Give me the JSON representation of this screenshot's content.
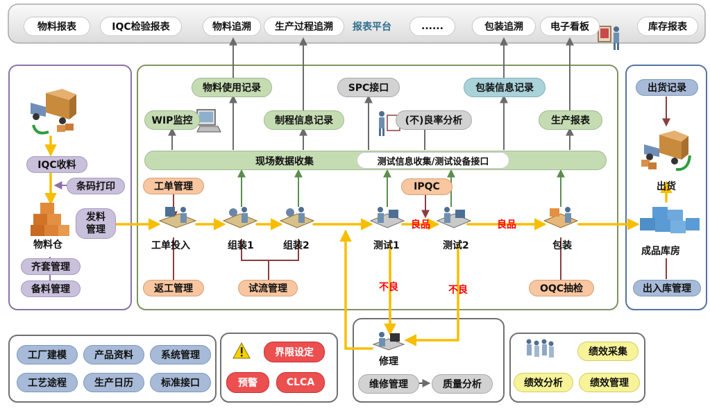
{
  "top_bar": {
    "items": [
      "物料报表",
      "IQC检验报表",
      "物料追溯",
      "生产过程追溯",
      "报表平台",
      "......",
      "包装追溯",
      "电子看板",
      "库存报表"
    ]
  },
  "left_panel": {
    "iqc": "IQC收料",
    "barcode": "条码打印",
    "issue": "发料\n管理",
    "warehouse": "物料仓",
    "kitting": "齐套管理",
    "prep": "备料管理"
  },
  "center_panel": {
    "records": {
      "material_usage": "物料使用记录",
      "spc": "SPC接口",
      "packing_info": "包装信息记录",
      "wip": "WIP监控",
      "process_info": "制程信息记录",
      "defect_rate": "(不)良率分析",
      "production_report": "生产报表"
    },
    "collect_bar": {
      "field": "现场数据收集",
      "test": "测试信息收集/测试设备接口"
    },
    "work_order": "工单管理",
    "ipqc": "IPQC",
    "stations": [
      "工单投入",
      "组装1",
      "组装2",
      "测试1",
      "测试2",
      "包装"
    ],
    "good": "良品",
    "bad": "不良",
    "rework": "返工管理",
    "pilot": "试流管理",
    "oqc": "OQC抽检"
  },
  "right_panel": {
    "shipping_record": "出货记录",
    "ship": "出货",
    "fg_warehouse": "成品库房",
    "inout": "出入库管理"
  },
  "bottom_left": {
    "items": [
      "工厂建模",
      "产品资料",
      "系统管理",
      "工艺途程",
      "生产日历",
      "标准接口"
    ]
  },
  "bottom_alerts": {
    "limit": "界限设定",
    "warning": "预警",
    "clca": "CLCA"
  },
  "repair_panel": {
    "repair": "修理",
    "repair_mgmt": "维修管理",
    "quality": "质量分析"
  },
  "performance_panel": {
    "collect": "绩效采集",
    "analysis": "绩效分析",
    "management": "绩效管理"
  },
  "colors": {
    "flow_arrow": "#f7be00",
    "green_panel_border": "#7f9360",
    "purple_panel_border": "#8a73a8",
    "blue_panel_border": "#5573a0",
    "defect_red": "#ff0000"
  }
}
